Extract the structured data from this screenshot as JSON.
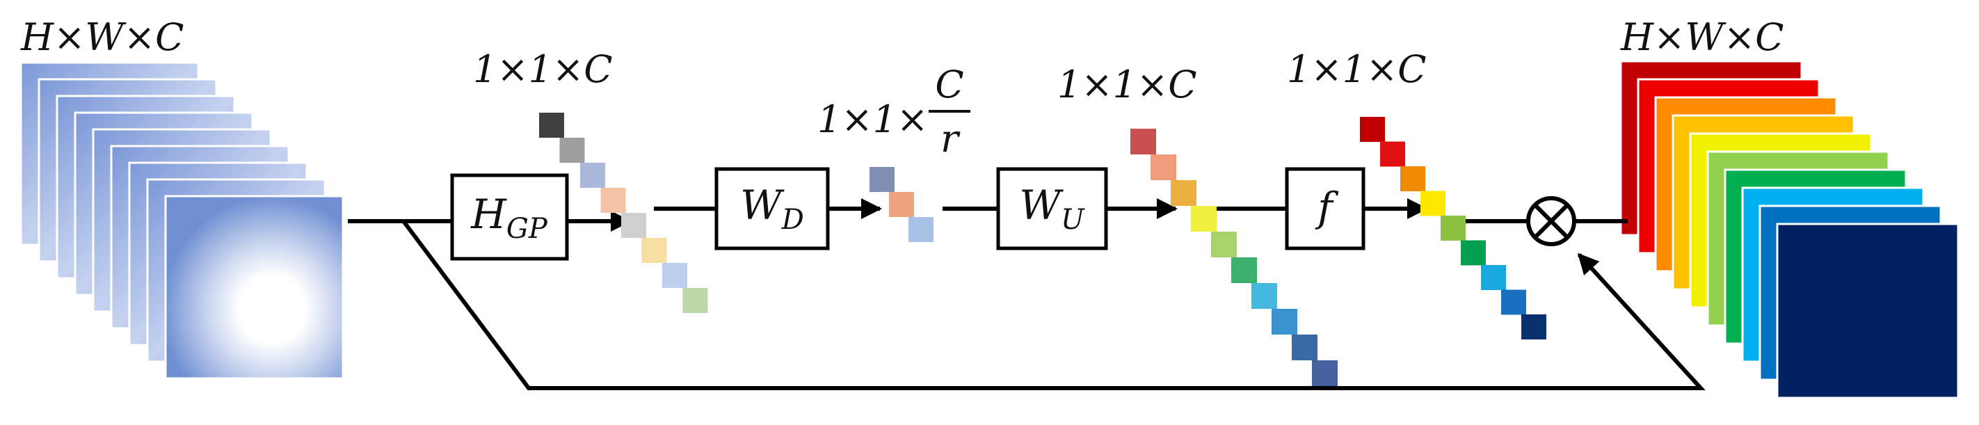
{
  "input_dims": "H×W×C",
  "output_dims": "H×W×C",
  "gp_dims": "1×1×C",
  "reduce_dims_prefix": "1×1×",
  "reduce_dims_num": "C",
  "reduce_dims_den": "r",
  "up_dims": "1×1×C",
  "f_dims": "1×1×C",
  "ops": {
    "gp_main": "H",
    "gp_sub": "GP",
    "wd_main": "W",
    "wd_sub": "D",
    "wu_main": "W",
    "wu_sub": "U",
    "f": "f",
    "multiply": "⊗"
  },
  "colors": {
    "gp": [
      "#404040",
      "#9e9e9e",
      "#aab8dc",
      "#f2c3a5",
      "#cfcfcf",
      "#f5dea0",
      "#bcd0ee",
      "#bcd6a8"
    ],
    "wd": [
      "#7f8fb1",
      "#eea47e",
      "#a6c0e6"
    ],
    "wu": [
      "#c85050",
      "#ef9c7c",
      "#ebb040",
      "#f0f040",
      "#a6d36a",
      "#3db070",
      "#45b8e0",
      "#3a93cf",
      "#3a6aa5",
      "#46629e"
    ],
    "f": [
      "#c00000",
      "#e01010",
      "#f08a00",
      "#ffe800",
      "#8cc040",
      "#00a050",
      "#1aa8e0",
      "#1a70c0",
      "#0a3070"
    ],
    "output_layers": [
      "#c00000",
      "#ee0000",
      "#ff8c00",
      "#ffc000",
      "#f0f000",
      "#92d050",
      "#00b050",
      "#00b0f0",
      "#0070c0",
      "#002060"
    ]
  }
}
